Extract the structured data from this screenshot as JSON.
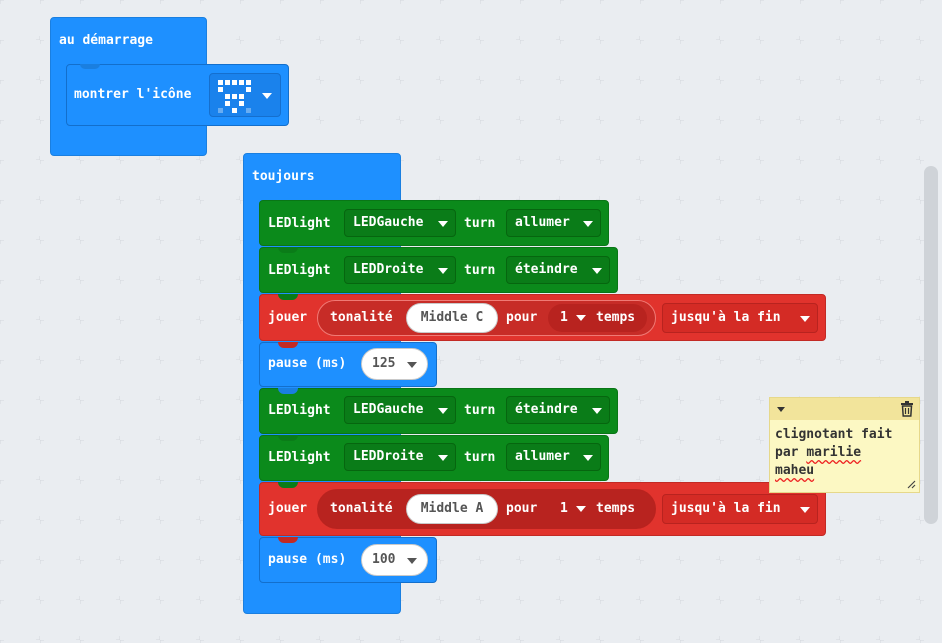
{
  "start_block": {
    "label": "au démarrage",
    "show_icon": {
      "label": "montrer l'icône",
      "icon_name": "icon-pattern"
    }
  },
  "forever_block": {
    "label": "toujours",
    "steps": [
      {
        "type": "led",
        "keyword": "LEDlight",
        "target": "LEDGauche",
        "verb": "turn",
        "state": "allumer"
      },
      {
        "type": "led",
        "keyword": "LEDlight",
        "target": "LEDDroite",
        "verb": "turn",
        "state": "éteindre"
      },
      {
        "type": "tone",
        "keyword": "jouer",
        "tone_label": "tonalité",
        "note": "Middle C",
        "for": "pour",
        "beats": "1",
        "beats_unit": "temps",
        "mode": "jusqu'à la fin"
      },
      {
        "type": "pause",
        "label": "pause (ms)",
        "value": "125"
      },
      {
        "type": "led",
        "keyword": "LEDlight",
        "target": "LEDGauche",
        "verb": "turn",
        "state": "éteindre"
      },
      {
        "type": "led",
        "keyword": "LEDlight",
        "target": "LEDDroite",
        "verb": "turn",
        "state": "allumer"
      },
      {
        "type": "tone",
        "keyword": "jouer",
        "tone_label": "tonalité",
        "note": "Middle A",
        "for": "pour",
        "beats": "1",
        "beats_unit": "temps",
        "mode": "jusqu'à la fin"
      },
      {
        "type": "pause",
        "label": "pause (ms)",
        "value": "100"
      }
    ]
  },
  "comment": {
    "line1": "clignotant fait",
    "line2a": "par ",
    "line2b": "marilie",
    "line3": "maheu"
  },
  "colors": {
    "blue": "#1e90ff",
    "green": "#0b8a1b",
    "red": "#e1332d",
    "note": "#fcf8c3",
    "background": "#eaedf1"
  }
}
